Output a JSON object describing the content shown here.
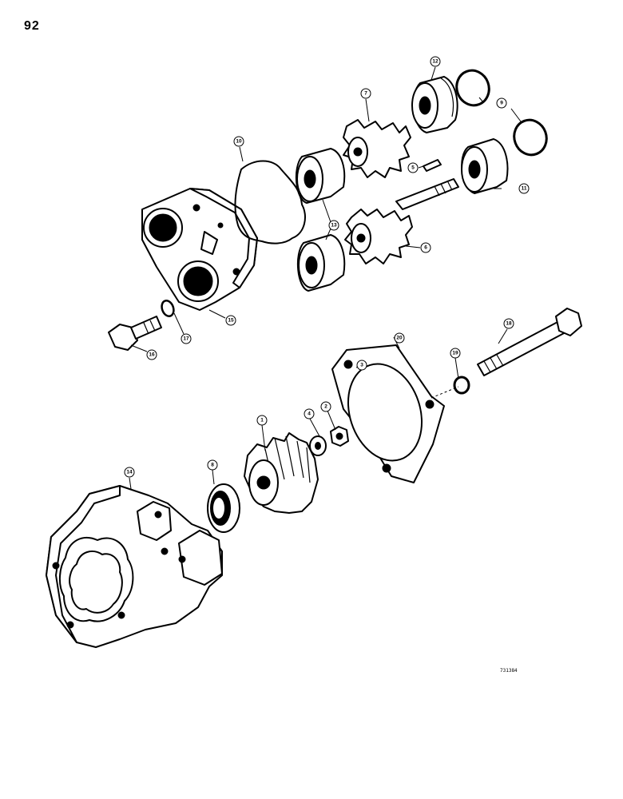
{
  "page_number": "92",
  "figure_code": "731384",
  "callouts": [
    {
      "id": "c1",
      "label": "1"
    },
    {
      "id": "c2",
      "label": "2"
    },
    {
      "id": "c3",
      "label": "3"
    },
    {
      "id": "c4",
      "label": "4"
    },
    {
      "id": "c5",
      "label": "5"
    },
    {
      "id": "c6",
      "label": "6"
    },
    {
      "id": "c7",
      "label": "7"
    },
    {
      "id": "c8",
      "label": "8"
    },
    {
      "id": "c9",
      "label": "9"
    },
    {
      "id": "c10",
      "label": "10"
    },
    {
      "id": "c11",
      "label": "11"
    },
    {
      "id": "c12",
      "label": "12"
    },
    {
      "id": "c13",
      "label": "13"
    },
    {
      "id": "c14",
      "label": "14"
    },
    {
      "id": "c15",
      "label": "15"
    },
    {
      "id": "c16",
      "label": "16"
    },
    {
      "id": "c17",
      "label": "17"
    },
    {
      "id": "c18",
      "label": "18"
    },
    {
      "id": "c19",
      "label": "19"
    },
    {
      "id": "c20",
      "label": "20"
    }
  ]
}
